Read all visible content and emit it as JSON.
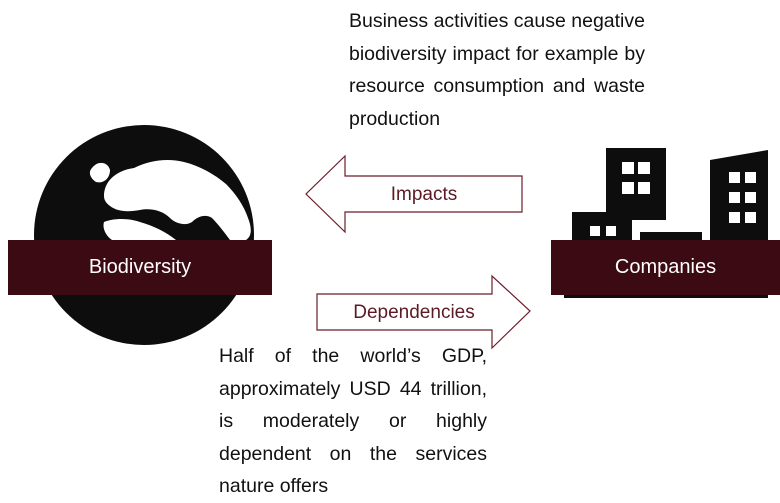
{
  "colors": {
    "banner_fill": "#3b0a12",
    "arrow_stroke": "#6b1e2a",
    "arrow_label": "#5c1a26",
    "icon_fill": "#0d0d0d"
  },
  "impact_text": "Business activities cause negative biodiversity impact for example by resource consumption and waste production",
  "dependency_text": "Half of the world’s GDP, approximately USD 44 trillion, is moderately or highly dependent on the services nature offers",
  "impacts_arrow": {
    "label": "Impacts"
  },
  "dependencies_arrow": {
    "label": "Dependencies"
  },
  "biodiversity_banner": {
    "label": "Biodiversity",
    "icon": "globe-icon"
  },
  "companies_banner": {
    "label": "Companies",
    "icon": "buildings-icon"
  }
}
